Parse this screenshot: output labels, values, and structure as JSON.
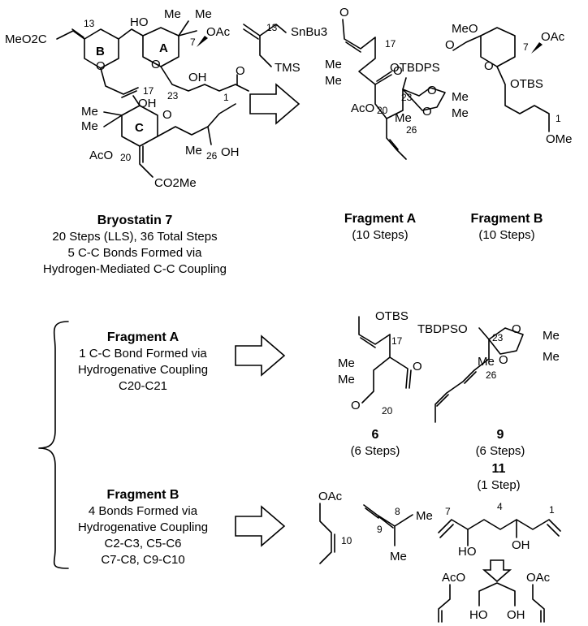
{
  "bryostatin": {
    "title": "Bryostatin 7",
    "lines": [
      "20 Steps (LLS), 36 Total Steps",
      "5 C-C Bonds Formed via",
      "Hydrogen-Mediated C-C Coupling"
    ],
    "labels": {
      "meo2c": "MeO2C",
      "ring_b": "B",
      "ring_a": "A",
      "ring_c": "C",
      "c13": "13",
      "c17": "17",
      "c23": "23",
      "c20": "20",
      "c26": "26",
      "c7": "7",
      "c1": "1",
      "ho": "HO",
      "me": "Me",
      "oac": "OAc",
      "oh": "OH",
      "aco": "AcO",
      "co2me": "CO2Me"
    }
  },
  "reagent": {
    "sn": "SnBu3",
    "tms": "TMS",
    "c13": "13"
  },
  "fragment_a": {
    "title": "Fragment A",
    "steps": "(10 Steps)",
    "labels": {
      "otbdps": "OTBDPS",
      "aco": "AcO",
      "me": "Me",
      "c17": "17",
      "c20": "20",
      "c23": "23",
      "c26": "26"
    }
  },
  "fragment_b": {
    "title": "Fragment B",
    "steps": "(10 Steps)",
    "labels": {
      "meo": "MeO",
      "oac": "OAc",
      "otbs": "OTBS",
      "ome": "OMe",
      "c7": "7",
      "c1": "1"
    }
  },
  "bottom_a": {
    "title": "Fragment A",
    "lines": [
      "1 C-C Bond Formed via",
      "Hydrogenative Coupling",
      "C20-C21"
    ]
  },
  "bottom_b": {
    "title": "Fragment B",
    "lines": [
      "4 Bonds Formed via",
      "Hydrogenative Coupling",
      "C2-C3, C5-C6",
      "C7-C8, C9-C10"
    ]
  },
  "compound_6": {
    "number": "6",
    "steps": "(6 Steps)",
    "labels": {
      "otbs": "OTBS",
      "c17": "17",
      "c20": "20"
    }
  },
  "compound_9": {
    "number": "9",
    "steps": "(6 Steps)",
    "labels": {
      "tbdpso": "TBDPSO",
      "c23": "23",
      "c26": "26"
    }
  },
  "compound_11": {
    "number": "11",
    "steps": "(1 Step)",
    "labels": {
      "c7": "7",
      "c4": "4",
      "c1": "1",
      "ho": "HO",
      "oh": "OH"
    }
  },
  "allyl_acetate": {
    "oac": "OAc",
    "c10": "10"
  },
  "allene": {
    "c8": "8",
    "c9": "9",
    "me": "Me"
  },
  "bottom_row": {
    "aco": "AcO",
    "oac": "OAc",
    "ho": "HO",
    "oh": "OH"
  }
}
